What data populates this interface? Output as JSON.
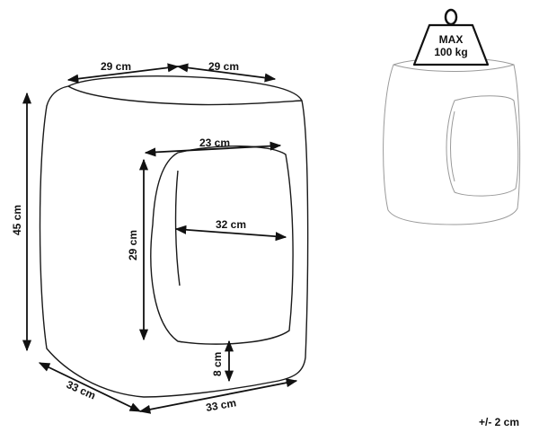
{
  "dimensions": {
    "top_left_width": "29 cm",
    "top_right_depth": "29 cm",
    "height": "45 cm",
    "opening_width": "23 cm",
    "opening_depth": "32 cm",
    "opening_height": "29 cm",
    "base_clearance": "8 cm",
    "bottom_left": "33 cm",
    "bottom_right": "33 cm"
  },
  "weight_badge": {
    "line1": "MAX",
    "line2": "100 kg"
  },
  "tolerance": "+/- 2 cm",
  "colors": {
    "outline_main": "#1a1a1a",
    "outline_thumbnail": "#9a9a9a",
    "weight_fill": "#ffffff"
  }
}
